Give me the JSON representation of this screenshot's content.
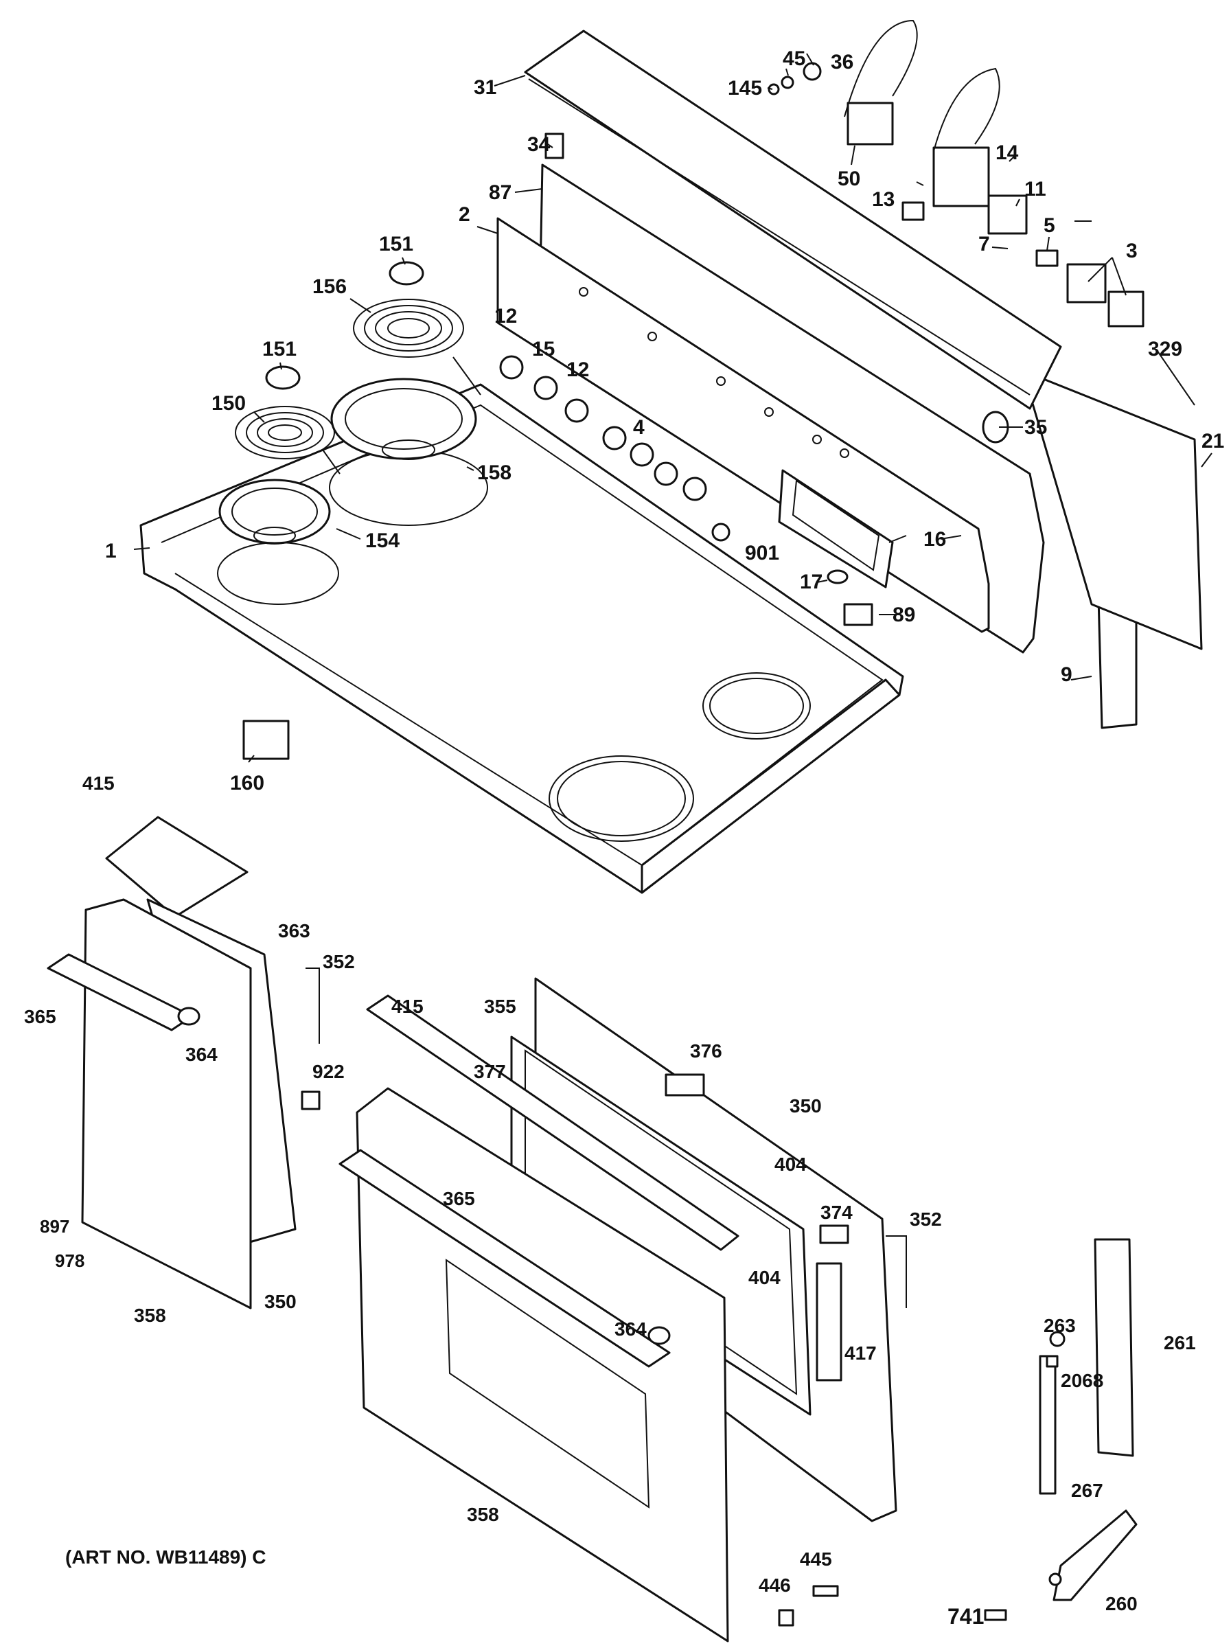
{
  "art_note": "(ART NO. WB11489) C",
  "part_labels": [
    "1",
    "2",
    "3",
    "4",
    "5",
    "7",
    "9",
    "11",
    "12",
    "12",
    "13",
    "14",
    "15",
    "16",
    "17",
    "21",
    "31",
    "34",
    "35",
    "36",
    "45",
    "50",
    "87",
    "89",
    "145",
    "150",
    "151",
    "151",
    "154",
    "156",
    "158",
    "160",
    "260",
    "261",
    "263",
    "267",
    "329",
    "350",
    "350",
    "352",
    "352",
    "355",
    "358",
    "358",
    "363",
    "364",
    "364",
    "365",
    "365",
    "374",
    "376",
    "377",
    "404",
    "404",
    "415",
    "415",
    "417",
    "445",
    "446",
    "741",
    "897",
    "901",
    "922",
    "978",
    "2068"
  ]
}
